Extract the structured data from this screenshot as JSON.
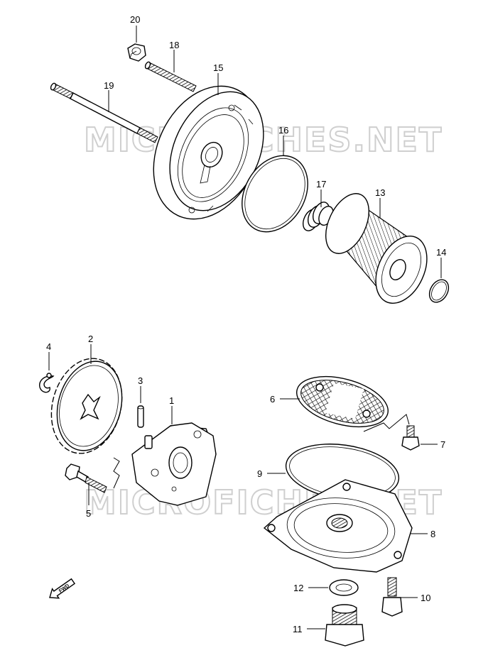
{
  "watermarks": [
    "MICROFICHES.NET",
    "MICROFICHES.NET"
  ],
  "fwd_label": "FWD",
  "callouts": [
    {
      "id": "c20",
      "label": "20"
    },
    {
      "id": "c18",
      "label": "18"
    },
    {
      "id": "c19",
      "label": "19"
    },
    {
      "id": "c15",
      "label": "15"
    },
    {
      "id": "c16",
      "label": "16"
    },
    {
      "id": "c17",
      "label": "17"
    },
    {
      "id": "c13",
      "label": "13"
    },
    {
      "id": "c14",
      "label": "14"
    },
    {
      "id": "c4",
      "label": "4"
    },
    {
      "id": "c2",
      "label": "2"
    },
    {
      "id": "c3",
      "label": "3"
    },
    {
      "id": "c1",
      "label": "1"
    },
    {
      "id": "c5",
      "label": "5"
    },
    {
      "id": "c6",
      "label": "6"
    },
    {
      "id": "c7",
      "label": "7"
    },
    {
      "id": "c9",
      "label": "9"
    },
    {
      "id": "c8",
      "label": "8"
    },
    {
      "id": "c12",
      "label": "12"
    },
    {
      "id": "c10",
      "label": "10"
    },
    {
      "id": "c11",
      "label": "11"
    }
  ]
}
